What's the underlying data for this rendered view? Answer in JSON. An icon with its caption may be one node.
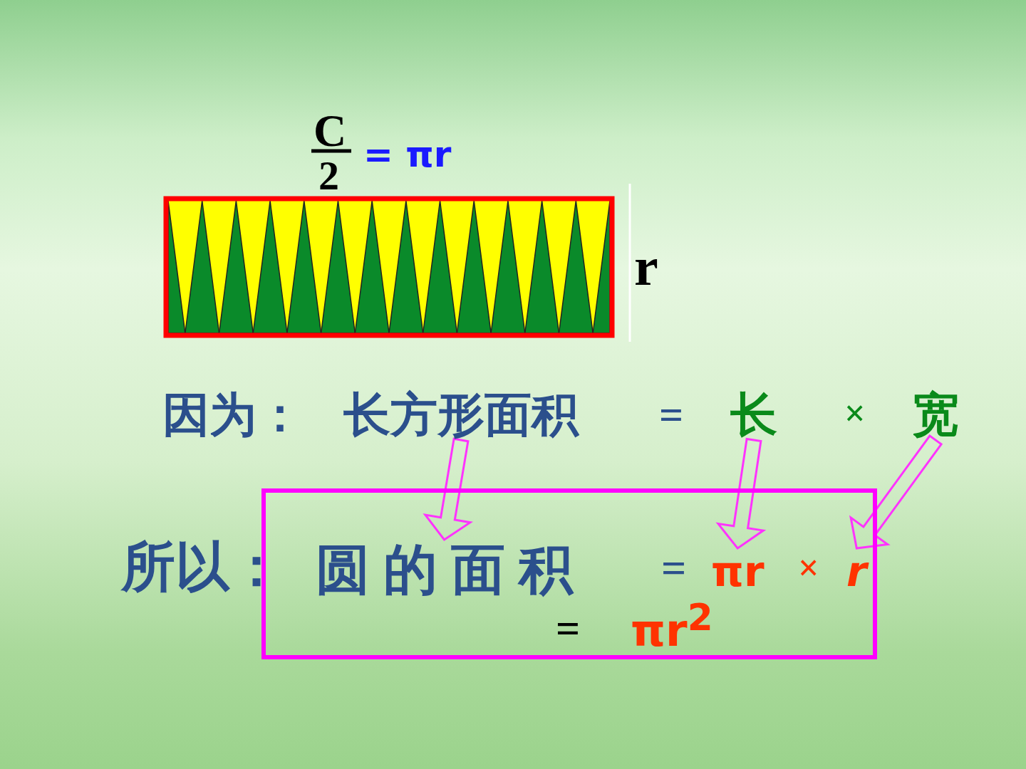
{
  "diagram": {
    "nodes": [
      {
        "text": [
          "长方形面积"
        ]
      },
      {
        "text": [
          "长"
        ]
      },
      {
        "text": [
          "宽"
        ]
      },
      {
        "text": [],
        "shape": "box"
      },
      {
        "text": [
          "圆 的 面 积"
        ],
        "in": 3
      },
      {
        "text": [
          "πr"
        ],
        "in": 3
      },
      {
        "text": [
          "r"
        ],
        "in": 3
      }
    ],
    "edges": [
      {
        "from": 0,
        "to": 4,
        "arrow": "to"
      },
      {
        "from": 1,
        "to": 5,
        "arrow": "to"
      },
      {
        "from": 2,
        "to": 6,
        "arrow": "to"
      }
    ],
    "labels": [
      "C",
      "2",
      "= πr",
      "r",
      "因为：",
      "=",
      "×",
      "所以：",
      "=",
      "×",
      "=",
      "πr$^{2}$"
    ]
  }
}
